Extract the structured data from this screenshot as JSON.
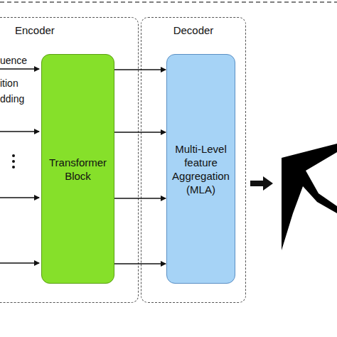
{
  "diagram": {
    "nodes": [
      {
        "text": [
          "Encoder"
        ]
      },
      {
        "text": [
          "Transformer Block"
        ],
        "in": 0
      },
      {
        "text": [
          "Decoder"
        ]
      },
      {
        "text": [
          "Multi-Level feature Aggregation (MLA)"
        ],
        "in": 2
      }
    ],
    "edges": [
      {
        "from": 1,
        "to": 3,
        "arrow": "to"
      },
      {
        "from": 1,
        "to": 3,
        "arrow": "to"
      },
      {
        "from": 1,
        "to": 3,
        "arrow": "to"
      },
      {
        "from": 1,
        "to": 3,
        "arrow": "to"
      }
    ],
    "labels": [
      "uence",
      "ition dding"
    ]
  }
}
